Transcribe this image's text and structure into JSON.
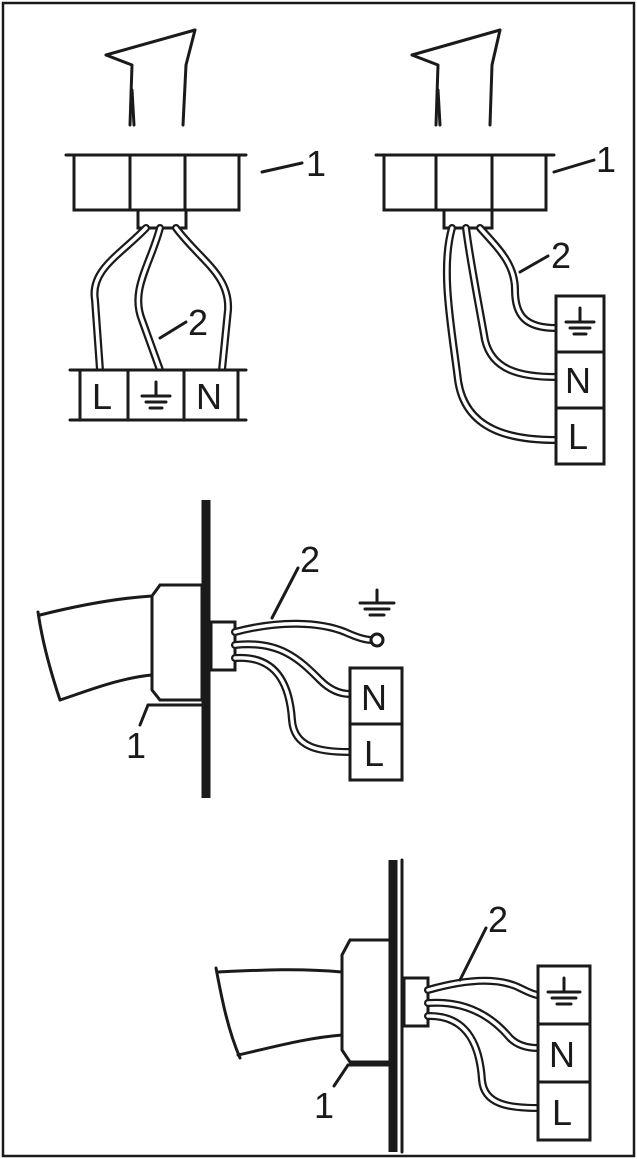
{
  "labels": {
    "part_one": "1",
    "part_two": "2",
    "terminal_line": "L",
    "terminal_neutral": "N"
  },
  "icons": {
    "earth": "earth-ground-icon"
  }
}
